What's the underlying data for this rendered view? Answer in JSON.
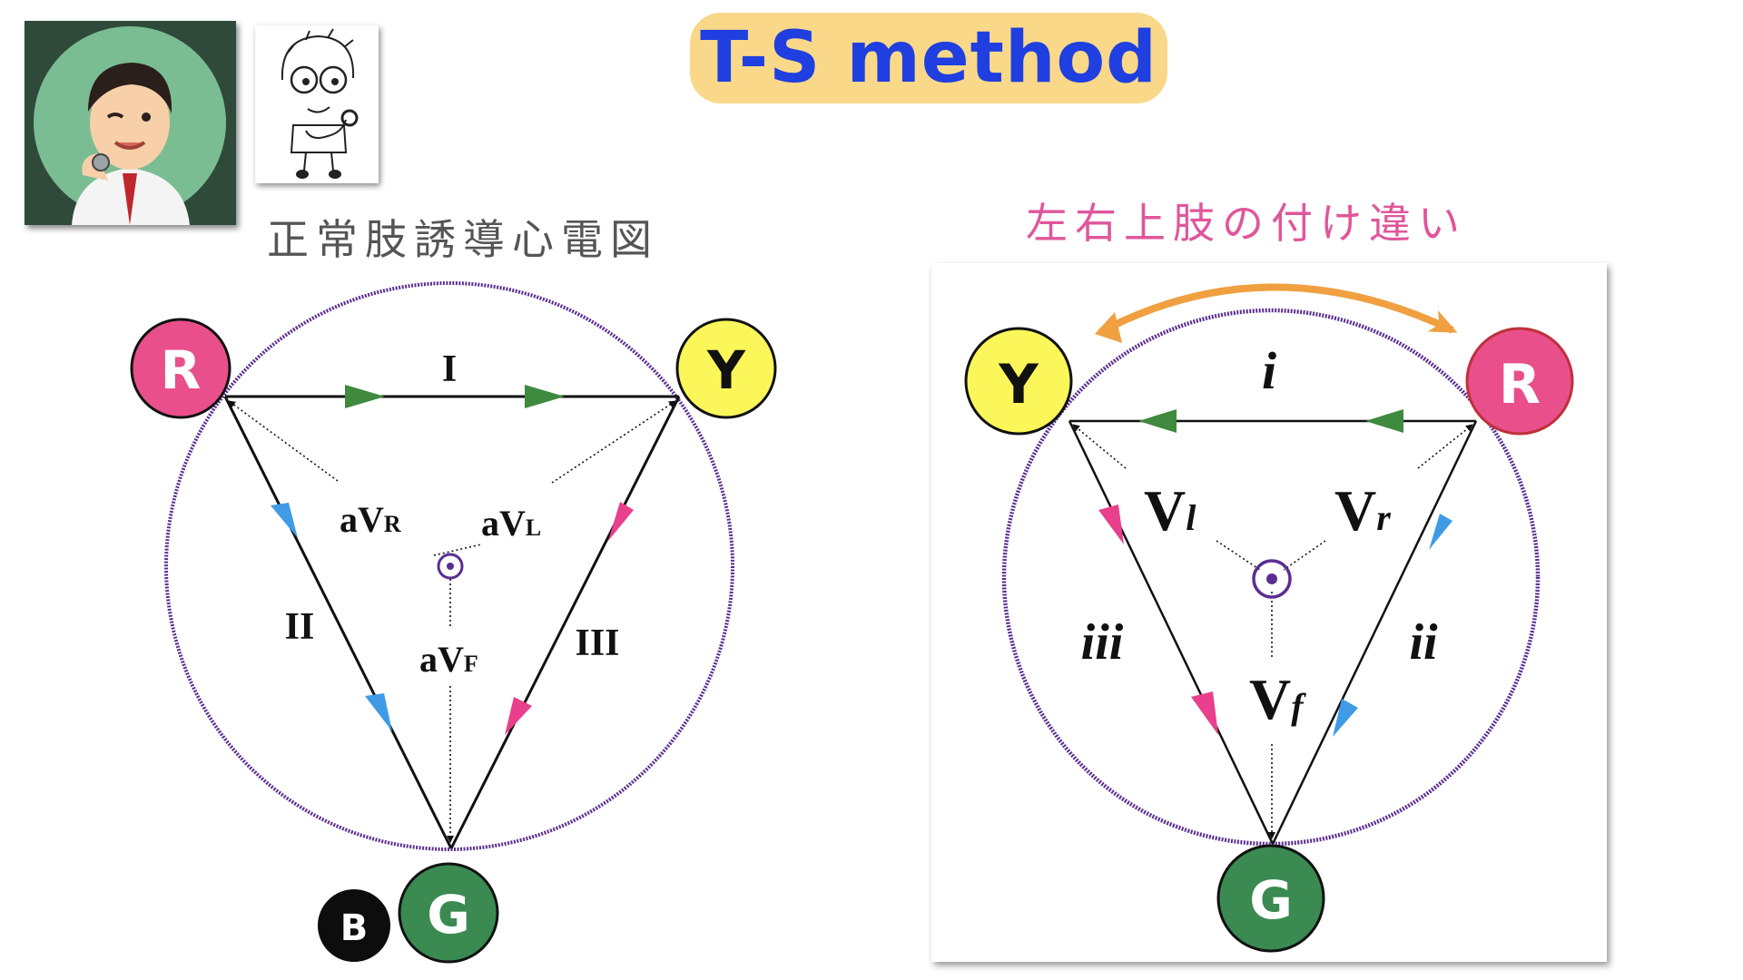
{
  "title": "T-S method",
  "left": {
    "heading": "正常肢誘導心電図",
    "nodes": {
      "right_arm": "R",
      "left_arm": "Y",
      "left_leg": "G",
      "ground": "B"
    },
    "leads": {
      "i": "I",
      "ii": "II",
      "iii": "III"
    },
    "augmented": {
      "avr": {
        "base": "aV",
        "sub": "R"
      },
      "avl": {
        "base": "aV",
        "sub": "L"
      },
      "avf": {
        "base": "aV",
        "sub": "F"
      }
    }
  },
  "right": {
    "heading": "左右上肢の付け違い",
    "nodes": {
      "top_left": "Y",
      "top_right": "R",
      "bottom": "G"
    },
    "leads": {
      "i": "i",
      "ii": "ii",
      "iii": "iii"
    },
    "augmented": {
      "vl": {
        "base": "V",
        "sub": "l"
      },
      "vr": {
        "base": "V",
        "sub": "r"
      },
      "vf": {
        "base": "V",
        "sub": "f"
      }
    }
  },
  "colors": {
    "red_node": "#e94f8a",
    "yellow_node": "#fbf75a",
    "green_node": "#3a8a52",
    "circle": "#5a2e91",
    "green_arrow": "#3f8a3e",
    "blue_arrow": "#3f9be6",
    "pink_arrow": "#e8408c",
    "swap_arrow": "#f0a040",
    "title_blue": "#1f3fe0"
  },
  "icons": {
    "avatar": "doctor-avatar-icon",
    "sketch": "sketch-doctor-icon",
    "swap": "swap-arrow-icon"
  }
}
